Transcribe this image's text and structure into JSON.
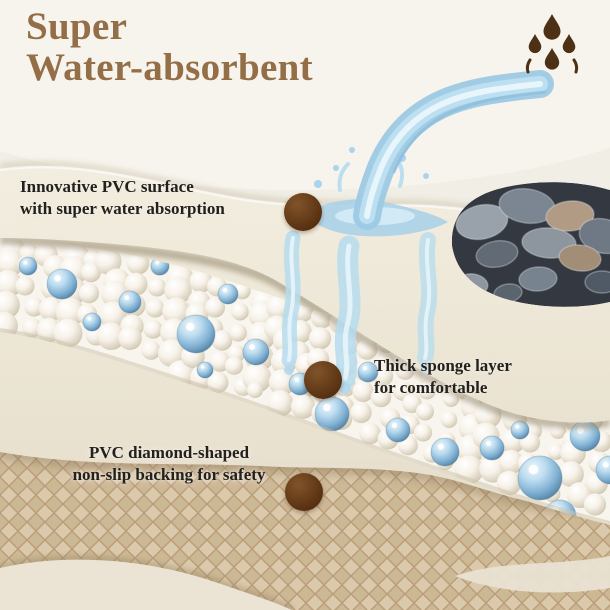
{
  "header": {
    "title_line1": "Super",
    "title_line2": "Water-absorbent",
    "icon": "water-drops-icon"
  },
  "callouts": [
    {
      "id": "pvc-surface",
      "lines": [
        "Innovative PVC surface",
        "with super water absorption"
      ]
    },
    {
      "id": "sponge-layer",
      "lines": [
        "Thick sponge layer",
        "for comfortable"
      ]
    },
    {
      "id": "non-slip-backing",
      "lines": [
        "PVC diamond-shaped",
        "non-slip backing for safety"
      ]
    }
  ],
  "colors": {
    "heading_brown": "#936e47",
    "callout_dot_brown": "#5f3a18",
    "callout_text": "#23211e",
    "water_blue": "#a9d4ec",
    "background_cream": "#f1eee6",
    "diamond_backing_tan": "#d3bf9f",
    "sponge_bead_blue": "#7fb0d3"
  },
  "icons": [
    "water-drops-icon"
  ]
}
